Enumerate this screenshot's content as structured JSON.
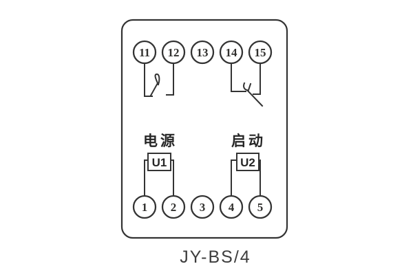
{
  "figure": {
    "caption": "JY-BS/4",
    "terminals": {
      "top": [
        "11",
        "12",
        "13",
        "14",
        "15"
      ],
      "bottom": [
        "1",
        "2",
        "3",
        "4",
        "5"
      ]
    },
    "labels": {
      "power": "电源",
      "start": "启动",
      "unit1": "U1",
      "unit2": "U2"
    },
    "symbols": {
      "contact_11_12": "normally-open-contact-icon",
      "contact_14_15": "normally-open-contact-with-return-icon"
    },
    "colors": {
      "line": "#333333",
      "number": "#31302e",
      "label": "#262626",
      "caption": "#3d3d3d",
      "background": "#ffffff"
    }
  }
}
